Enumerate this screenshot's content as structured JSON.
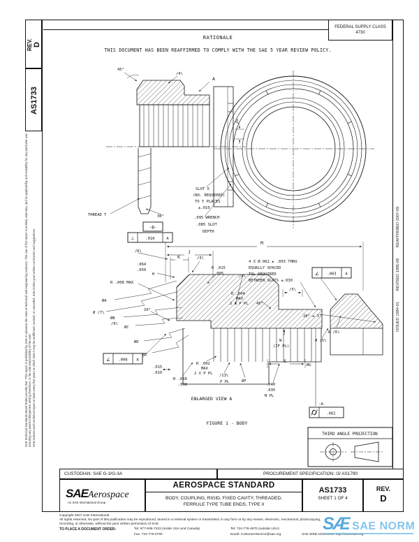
{
  "sidebar_left": {
    "rev_label": "REV.",
    "rev_value": "D",
    "doc_number": "AS1733",
    "disclaimer_p1": "SAE Technical Standards Board Rules provide that: 'This report is published by SAE to advance the state of technical and engineering sciences. The use of this report is entirely voluntary, and its applicability and suitability for any particular use, including any patent infringement arising therefrom, is the sole responsibility of the user.'",
    "disclaimer_p2": "SAE reviews each technical report at least every five years at which time it may be reaffirmed, revised, or cancelled. SAE invites your written comments and suggestions."
  },
  "sidebar_right": {
    "issued": "ISSUED 1984-01",
    "revised": "REVISED 1985-09",
    "reaffirmed": "REAFFIRMED 2007-09"
  },
  "header": {
    "fsc_label": "FEDERAL SUPPLY CLASS",
    "fsc_value": "4730",
    "rationale_title": "RATIONALE",
    "rationale_text": "THIS DOCUMENT HAS BEEN REAFFIRMED TO COMPLY WITH THE SAE 5 YEAR REVIEW POLICY."
  },
  "drawing": {
    "labels": {
      "sv45": "45°",
      "svFlag4": "/4\\",
      "svA": "A",
      "svX": "X",
      "svThread": "THREAD T",
      "sv30": "30°",
      "slot1": "SLOT X",
      "slot2": "(NO. REQUIRED)",
      "slot3": "TO Y PLACES",
      "slot4": "±.010",
      "wr1": ".095 WRENCH",
      "wr2": ".085 SLOT",
      "wr3": "DEPTH",
      "datumB": "-B-",
      "datumA": "-A-",
      "dimM": "M",
      "dimJ": "J",
      "dimK": "K",
      "flag6": "/6\\",
      "flag3": "/3\\",
      "flag4b": "/4\\",
      "flag5": "/5\\",
      "flag9": "/9\\",
      "flag13": "/13\\",
      "l064": ".064",
      "l050": ".050",
      "lH": "H",
      "r008": "R .008 MAX",
      "r015": "R .015",
      "l005": ".005",
      "h1": "4 X Ø.062 ± .003 THRU",
      "h2": "EQUALLY SPACED",
      "h3": "TOL REQUIRED",
      "h4": "BETWEEN SLOTS ±.030",
      "r004": "R .004",
      "max1": "MAX",
      "ppl1": "2 X P PL",
      "l45b": "45°",
      "l20": "20° ± 5°",
      "phi6": "Ø /6\\",
      "phi5": "Ø /5\\",
      "lW": "W",
      "lifpl": "(IF PL)",
      "dimS": "S",
      "phiG": "ØG",
      "l040": ".040",
      "l035": ".035",
      "lnpl": "N PL",
      "phiF": "ØF",
      "ppl2": "P PL",
      "r002": "R .002",
      "max2": "MAX",
      "ppl3": "2 X P PL",
      "r018": "R .018",
      "l008": ".008",
      "l015": ".015",
      "l010": ".010",
      "phiA": "ØA",
      "phi7": "Ø /7\\",
      "phiB": "ØB",
      "phiC": "ØC",
      "phiD": "ØD",
      "phiE": "ØE",
      "l10": "10°",
      "capEnlarged": "ENLARGED VIEW A",
      "capFigure": "FIGURE 1 - BODY"
    },
    "fcf1": {
      "sym": "⊥",
      "tol": ".010",
      "datum": "A"
    },
    "fcf2": {
      "sym": "∠",
      "tol": ".003",
      "datum": "A"
    },
    "fcf3": {
      "sym": "∠",
      "tol": ".008",
      "datum": "A"
    },
    "fcf4": {
      "tol": ".002"
    },
    "third_angle_label": "THIRD ANGLE PROJECTION"
  },
  "title_block": {
    "custodian": "CUSTODIAN: SAE G-3/G-3A",
    "procurement": "PROCUREMENT SPECIFICATION: /3/ AS1790",
    "logo_sae": "SAE",
    "logo_aerospace": "Aerospace",
    "logo_tagline": "An SAE International Group",
    "standard_type": "AEROSPACE STANDARD",
    "title_line1": "BODY, COUPLING, RIGID, FIXED CAVITY, THREADED,",
    "title_line2": "FERRULE TYPE TUBE ENDS, TYPE II",
    "doc_number": "AS1733",
    "sheet": "SHEET 1 OF 4",
    "rev_label": "REV.",
    "rev_value": "D"
  },
  "footer": {
    "copyright": "Copyright 2007 SAE International",
    "rights_line1": "All rights reserved. No part of this publication may be reproduced, stored in a retrieval system or transmitted, in any form or by any means, electronic, mechanical, photocopying,",
    "rights_line2": "recording, or otherwise, without the prior written permission of SAE.",
    "order_label": "TO PLACE A DOCUMENT ORDER:",
    "tel1": "Tel: 877-606-7323 (inside USA and Canada)",
    "tel2": "Tel: 724-776-4970 (outside USA)",
    "fax": "Fax: 724-776-0790",
    "email": "Email: CustomerService@sae.org",
    "web": "SAE WEB ADDRESS: http://www.sae.org",
    "watermark_logo": "SÆ",
    "watermark_text": "SAE NORM"
  }
}
